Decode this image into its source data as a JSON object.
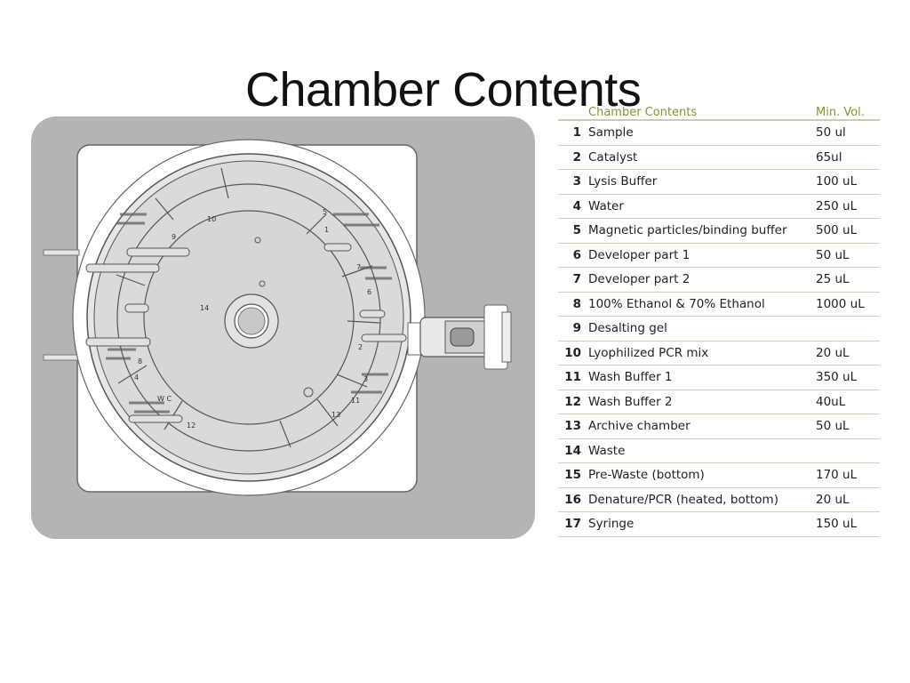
{
  "slide": {
    "title": "Chamber Contents"
  },
  "table": {
    "headers": {
      "contents": "Chamber Contents",
      "volume": "Min. Vol."
    },
    "rows": [
      {
        "num": "1",
        "name": "Sample",
        "vol": "50 ul"
      },
      {
        "num": "2",
        "name": "Catalyst",
        "vol": "65ul"
      },
      {
        "num": "3",
        "name": "Lysis Buffer",
        "vol": "100 uL"
      },
      {
        "num": "4",
        "name": "Water",
        "vol": "250 uL"
      },
      {
        "num": "5",
        "name": "Magnetic particles/binding buffer",
        "vol": "500 uL"
      },
      {
        "num": "6",
        "name": "Developer part 1",
        "vol": "50 uL"
      },
      {
        "num": "7",
        "name": "Developer part 2",
        "vol": "25 uL"
      },
      {
        "num": "8",
        "name": "100% Ethanol & 70% Ethanol",
        "vol": "1000 uL"
      },
      {
        "num": "9",
        "name": "Desalting gel",
        "vol": ""
      },
      {
        "num": "10",
        "name": "Lyophilized PCR mix",
        "vol": "20 uL"
      },
      {
        "num": "11",
        "name": "Wash Buffer 1",
        "vol": "350 uL"
      },
      {
        "num": "12",
        "name": "Wash Buffer 2",
        "vol": "40uL"
      },
      {
        "num": "13",
        "name": "Archive chamber",
        "vol": "50 uL"
      },
      {
        "num": "14",
        "name": "Waste",
        "vol": ""
      },
      {
        "num": "15",
        "name": "Pre-Waste (bottom)",
        "vol": "170 uL"
      },
      {
        "num": "16",
        "name": "Denature/PCR (heated, bottom)",
        "vol": "20 uL"
      },
      {
        "num": "17",
        "name": "Syringe",
        "vol": "150 uL"
      }
    ]
  },
  "diagram": {
    "labels": {
      "c1": "1",
      "c2": "2",
      "c3": "3",
      "c4": "4",
      "c5": "5",
      "c6": "6",
      "c7": "7",
      "c8": "8",
      "c9": "9",
      "c10": "10",
      "c11": "11",
      "c12": "12",
      "c13": "13",
      "c14": "14",
      "wc": "W C"
    },
    "colors": {
      "background": "#b3b3b3",
      "housing": "#ffffff",
      "disk": "#dcdcdc",
      "header_text": "#7a9a3a"
    }
  }
}
